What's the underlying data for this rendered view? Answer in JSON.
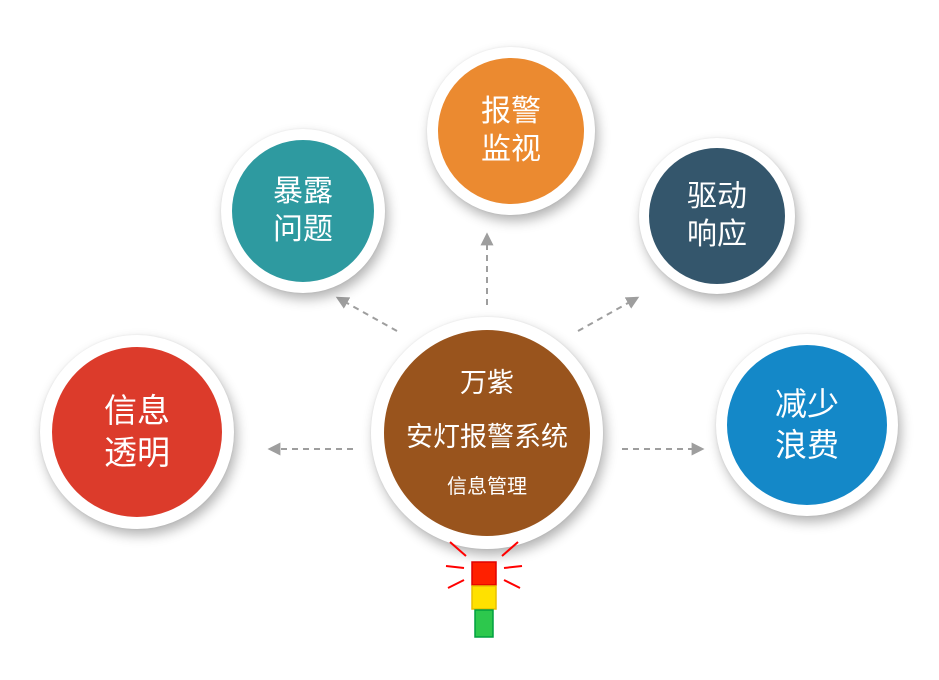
{
  "center": {
    "line1": "万紫",
    "line2": "安灯报警系统",
    "line3": "信息管理",
    "color": "#99541D"
  },
  "satellites": [
    {
      "id": "alarm-monitoring",
      "lines": [
        "报警",
        "监视"
      ],
      "color": "#EB8A30"
    },
    {
      "id": "expose-problems",
      "lines": [
        "暴露",
        "问题"
      ],
      "color": "#2E9AA0"
    },
    {
      "id": "drive-response",
      "lines": [
        "驱动",
        "响应"
      ],
      "color": "#34566C"
    },
    {
      "id": "information-transparency",
      "lines": [
        "信息",
        "透明"
      ],
      "color": "#DC3B2B"
    },
    {
      "id": "reduce-waste",
      "lines": [
        "减少",
        "浪费"
      ],
      "color": "#1488C8"
    }
  ],
  "arrows": {
    "color": "#9E9E9E"
  },
  "andon_light": {
    "lamps": [
      {
        "name": "red-lamp",
        "color": "#FF2000",
        "border": "#E00000"
      },
      {
        "name": "yellow-lamp",
        "color": "#FFE100",
        "border": "#E8C000"
      },
      {
        "name": "green-lamp",
        "color": "#2DC84D",
        "border": "#00A040"
      }
    ],
    "ray_color": "#FF0000"
  }
}
